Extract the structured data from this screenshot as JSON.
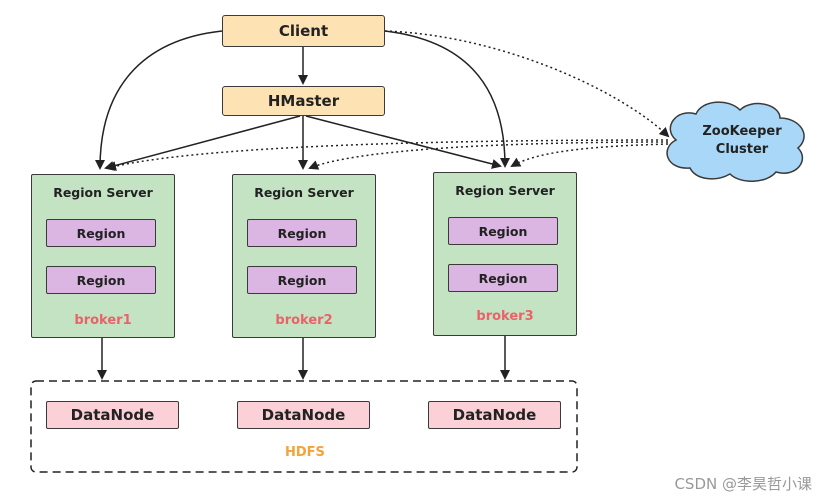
{
  "client": "Client",
  "hmaster": "HMaster",
  "zookeeper": {
    "line1": "ZooKeeper",
    "line2": "Cluster"
  },
  "servers": [
    {
      "title": "Region Server",
      "regions": [
        "Region",
        "Region"
      ],
      "broker": "broker1"
    },
    {
      "title": "Region Server",
      "regions": [
        "Region",
        "Region"
      ],
      "broker": "broker2"
    },
    {
      "title": "Region Server",
      "regions": [
        "Region",
        "Region"
      ],
      "broker": "broker3"
    }
  ],
  "datanodes": [
    "DataNode",
    "DataNode",
    "DataNode"
  ],
  "hdfs": "HDFS",
  "watermark": "CSDN @李昊哲小课",
  "colors": {
    "orange": "#fde2b3",
    "green": "#c3e3c3",
    "purple": "#dcb6e3",
    "pink": "#fbd0d7",
    "cloud": "#a9d7f7",
    "broker": "#e8636a",
    "hdfs": "#f3a33a"
  }
}
